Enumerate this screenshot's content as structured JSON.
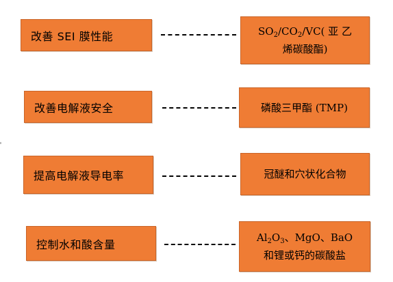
{
  "colors": {
    "box_fill": "#ef7c34",
    "connector": "#000000"
  },
  "rows": [
    {
      "left": "改善 SEI 膜性能",
      "right_lines": [
        [
          "SO",
          {
            "sub": "2"
          },
          "/CO",
          {
            "sub": "2"
          },
          "/VC( 亚 乙"
        ],
        [
          "烯碳酸酯)"
        ]
      ]
    },
    {
      "left": "改善电解液安全",
      "right_lines": [
        [
          "磷酸三甲酯 (TMP)"
        ]
      ]
    },
    {
      "left": "提高电解液导电率",
      "right_lines": [
        [
          "冠醚和穴状化合物"
        ]
      ]
    },
    {
      "left": "控制水和酸含量",
      "right_lines": [
        [
          "Al",
          {
            "sub": "2"
          },
          "O",
          {
            "sub": "3"
          },
          "、MgO、BaO"
        ],
        [
          "和锂或钙的碳酸盐"
        ]
      ]
    }
  ]
}
